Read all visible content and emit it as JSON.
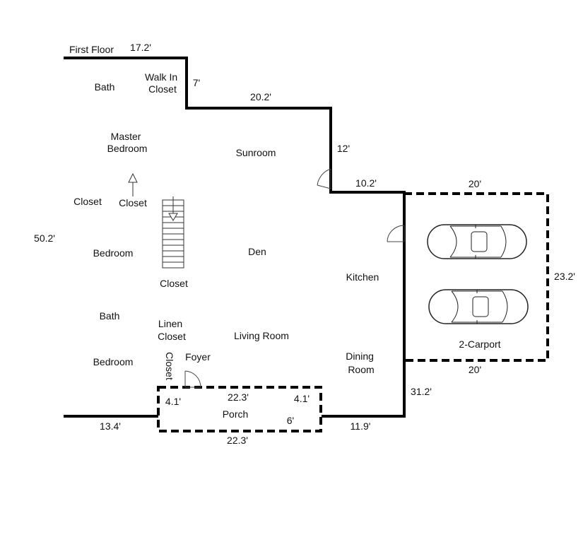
{
  "title": "First Floor",
  "rooms": {
    "bath_upper": "Bath",
    "walk_in_closet": [
      "Walk In",
      "Closet"
    ],
    "master_bedroom": [
      "Master",
      "Bedroom"
    ],
    "sunroom": "Sunroom",
    "closet_left": "Closet",
    "closet_stair": "Closet",
    "bedroom_upper": "Bedroom",
    "den": "Den",
    "kitchen": "Kitchen",
    "closet_center": "Closet",
    "bath_lower": "Bath",
    "linen_closet": [
      "Linen",
      "Closet"
    ],
    "living_room": "Living Room",
    "foyer": "Foyer",
    "closet_vertical": "Closet",
    "bedroom_lower": "Bedroom",
    "dining_room": [
      "Dining",
      "Room"
    ],
    "porch": "Porch",
    "carport": "2-Carport"
  },
  "dimensions": {
    "top_left_width": "17.2'",
    "walk_in_step": "7'",
    "upper_middle_width": "20.2'",
    "right_upper_height": "12'",
    "right_step_width": "10.2'",
    "total_height": "50.2'",
    "carport_top": "20'",
    "carport_height": "23.2'",
    "carport_bottom": "20'",
    "right_lower_height": "31.2'",
    "bottom_left_width": "13.4'",
    "bottom_right_width": "11.9'",
    "porch_top": "22.3'",
    "porch_left": "4.1'",
    "porch_right": "4.1'",
    "porch_depth": "6'",
    "porch_bottom": "22.3'"
  },
  "colors": {
    "wall": "#000000",
    "background": "#ffffff"
  }
}
